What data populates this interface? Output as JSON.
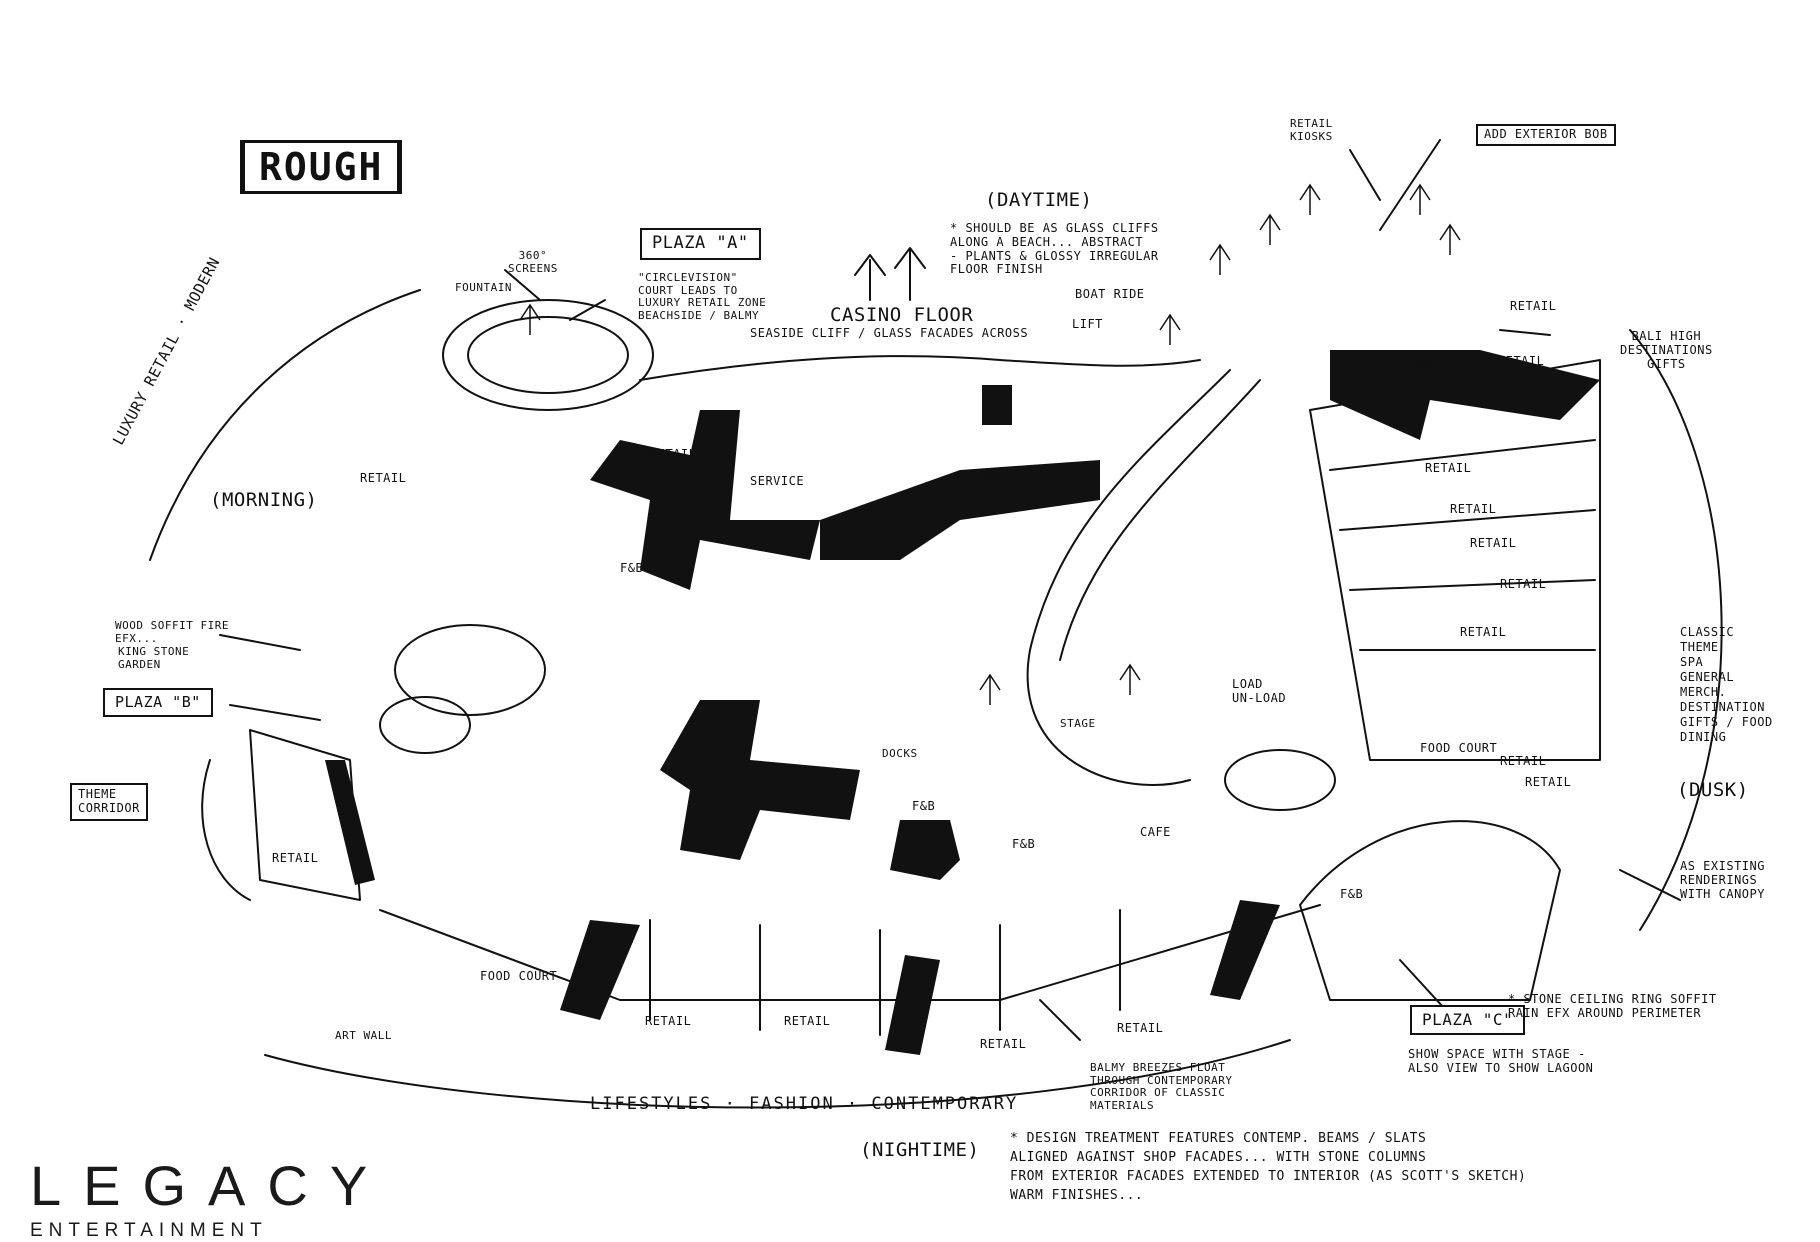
{
  "sheet_status": "ROUGH",
  "zones": {
    "plaza_a": "PLAZA \"A\"",
    "plaza_b": "PLAZA \"B\"",
    "plaza_c": "PLAZA \"C\"",
    "casino_floor": "CASINO FLOOR",
    "casino_floor_note": "SEASIDE CLIFF / GLASS FACADES ACROSS",
    "daytime": "(DAYTIME)",
    "morning": "(MORNING)",
    "dusk": "(DUSK)",
    "nightime": "(NIGHTIME)",
    "luxury_retail": "LUXURY RETAIL · MODERN",
    "lifestyles": "LIFESTYLES · FASHION · CONTEMPORARY"
  },
  "annotations": {
    "screens_360": "360°\nSCREENS",
    "fountain": "FOUNTAIN",
    "circlevision": "\"CIRCLEVISION\"\nCOURT LEADS TO\nLUXURY RETAIL ZONE\nBEACHSIDE / BALMY",
    "daytime_note": "* SHOULD BE AS GLASS CLIFFS\nALONG A BEACH... ABSTRACT\n- PLANTS & GLOSSY IRREGULAR\nFLOOR FINISH",
    "boat_ride": "BOAT RIDE",
    "lift": "LIFT",
    "retail_kiosks": "RETAIL\nKIOSKS",
    "add_exterior": "ADD EXTERIOR BOB",
    "bali_high": "BALI HIGH\nDESTINATIONS\nGIFTS",
    "wood_soffit": "WOOD SOFFIT FIRE\nEFX...",
    "king_stone": "KING STONE\nGARDEN",
    "theme_corridor": "THEME\nCORRIDOR",
    "classic_theme": "CLASSIC\nTHEME\nSPA\nGENERAL\nMERCH.\nDESTINATION\nGIFTS / FOOD\nDINING",
    "as_existing": "AS EXISTING\nRENDERINGS\nWITH CANOPY",
    "stone_ceiling": "* STONE CEILING RING SOFFIT\nRAIN EFX AROUND PERIMETER",
    "show_space": "SHOW SPACE WITH STAGE -\nALSO VIEW TO SHOW LAGOON",
    "balmy_breezes": "BALMY BREEZES FLOAT\nTHROUGH CONTEMPORARY\nCORRIDOR OF CLASSIC\nMATERIALS",
    "art_wall": "ART WALL",
    "food_court": "FOOD COURT",
    "design_treatment": "* DESIGN TREATMENT FEATURES CONTEMP. BEAMS / SLATS\nALIGNED AGAINST SHOP FACADES... WITH STONE COLUMNS\nFROM EXTERIOR FACADES EXTENDED TO INTERIOR (AS SCOTT'S SKETCH)\nWARM FINISHES..."
  },
  "plan_labels": {
    "retail_nw": "RETAIL",
    "retail_center": "RETAIL",
    "service": "SERVICE",
    "fb_center": "F&B",
    "fb_left": "F&B",
    "cafe_ne": "CAFE",
    "retail_ne1": "RETAIL",
    "retail_ne2": "RETAIL",
    "retail_e1": "RETAIL",
    "retail_e2": "RETAIL",
    "retail_e3": "RETAIL",
    "retail_e4": "RETAIL",
    "retail_e5": "RETAIL",
    "retail_e6": "RETAIL",
    "retail_e7": "RETAIL",
    "load_unload": "LOAD\nUN-LOAD",
    "stage": "STAGE",
    "docks": "DOCKS",
    "fb_mid": "F&B",
    "fb_low": "F&B",
    "cafe_mid": "CAFE",
    "fb_plaza_c": "F&B",
    "retail_w": "RETAIL",
    "retail_s1": "RETAIL",
    "retail_s2": "RETAIL",
    "retail_s3": "RETAIL",
    "retail_s4": "RETAIL",
    "food_court_e": "FOOD COURT"
  },
  "brand": {
    "name": "LEGACY",
    "tagline": "ENTERTAINMENT"
  }
}
